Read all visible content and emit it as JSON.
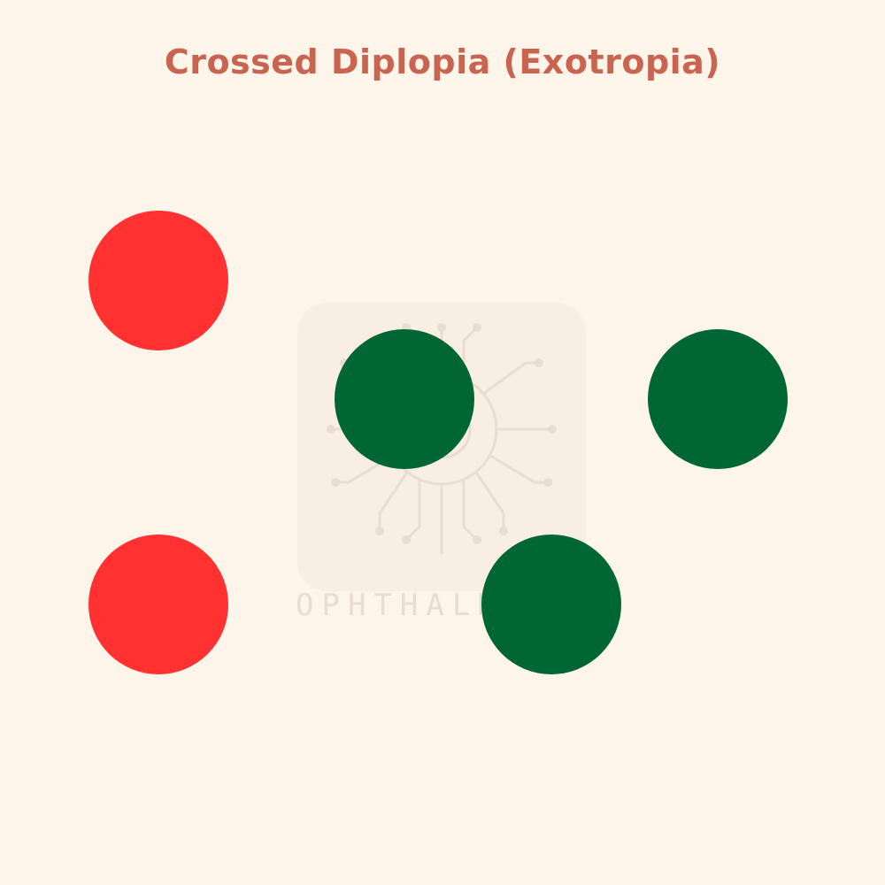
{
  "title": "Crossed Diplopia (Exotropia)",
  "colors": {
    "background": "#fdf4ea",
    "title": "#c96450",
    "red": "#ff3131",
    "green": "#006633",
    "watermark": "#e9ddd2"
  },
  "dots": [
    {
      "id": "dot-red-top",
      "color": "red"
    },
    {
      "id": "dot-red-bottom",
      "color": "red"
    },
    {
      "id": "dot-green-mid",
      "color": "green"
    },
    {
      "id": "dot-green-right",
      "color": "green"
    },
    {
      "id": "dot-green-low",
      "color": "green"
    }
  ],
  "watermark": {
    "logo": "eye-circuit-logo",
    "text": "OPHTHALMO..."
  }
}
